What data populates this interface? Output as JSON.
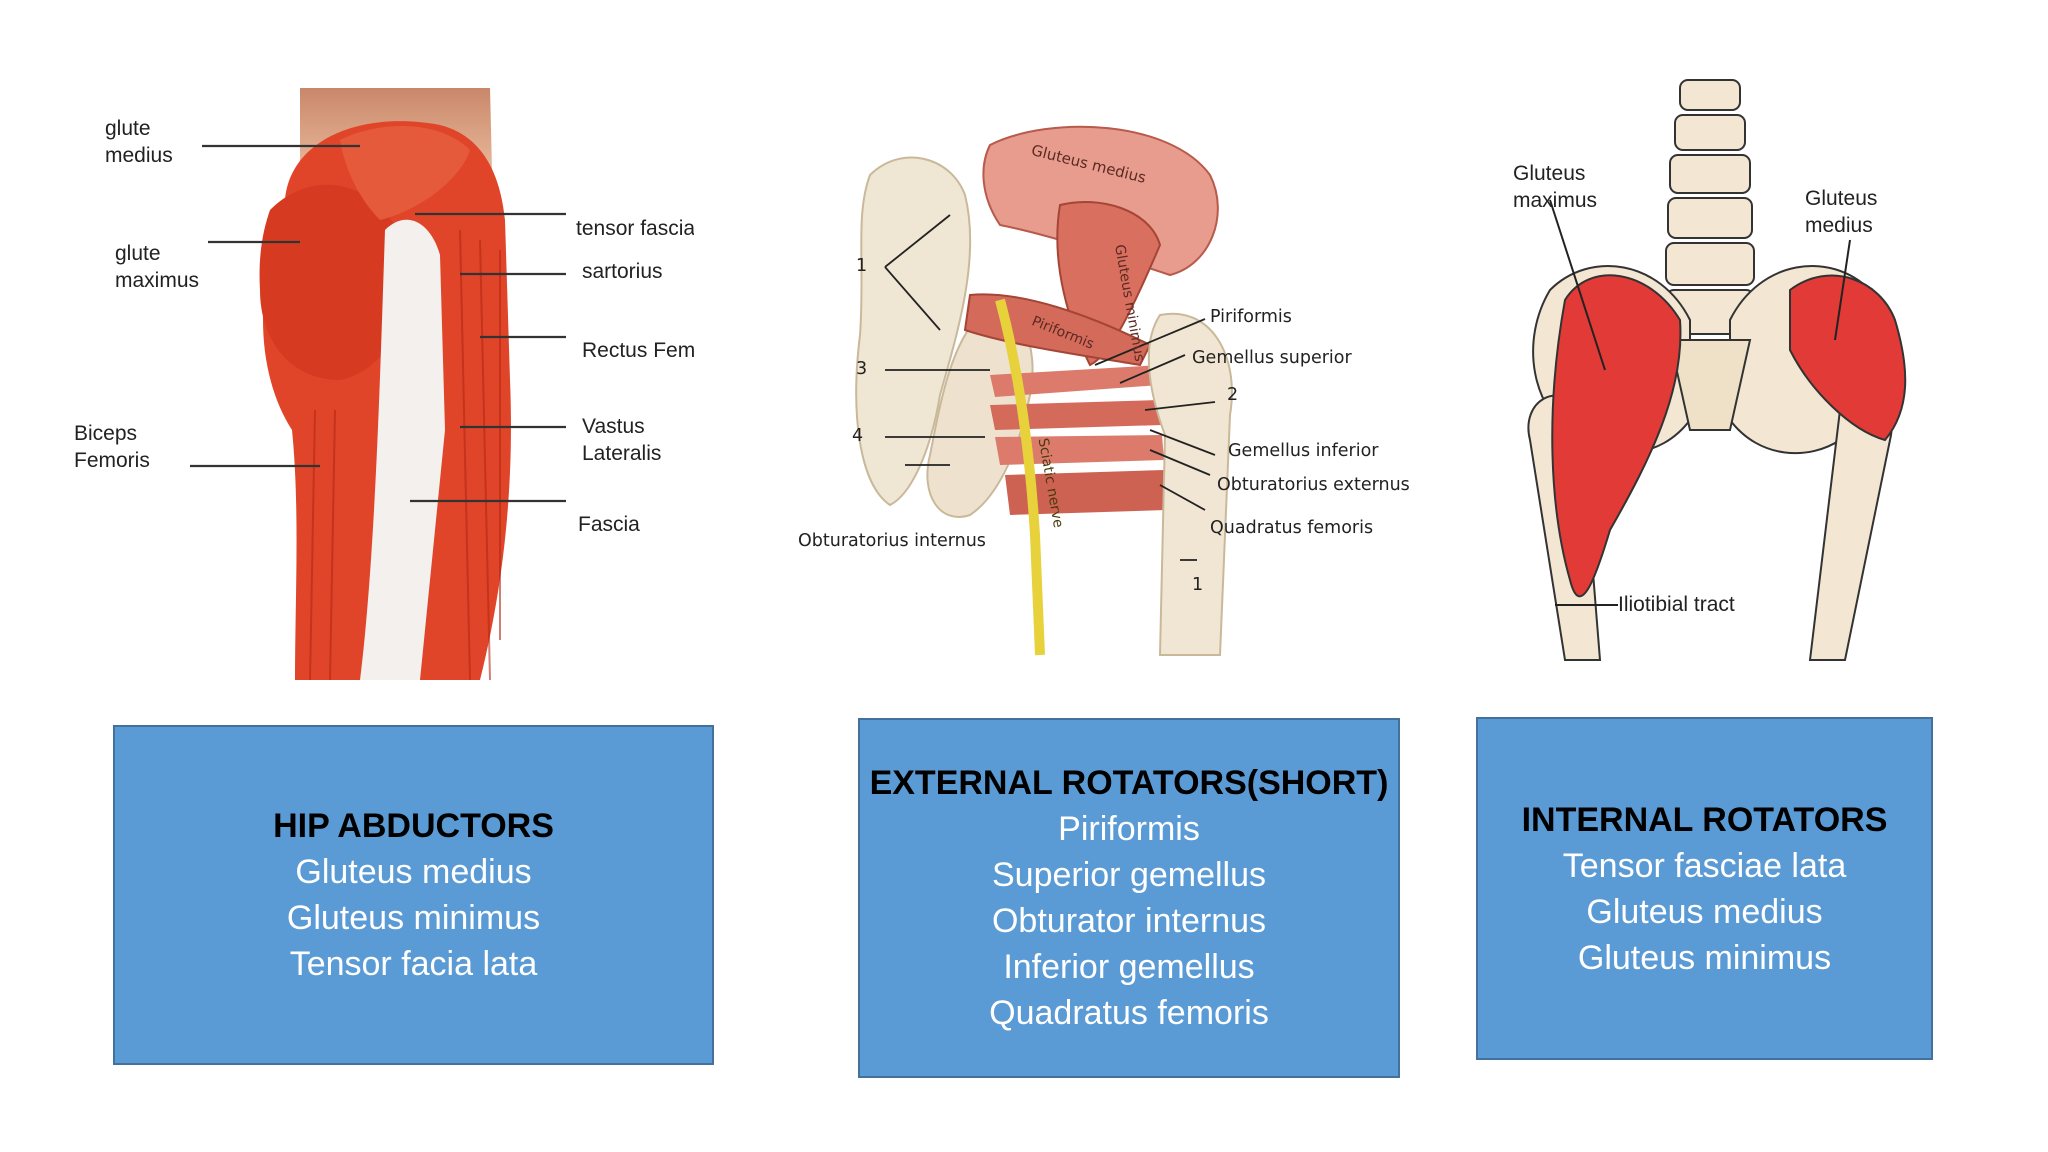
{
  "figure1": {
    "labels": {
      "glute_medius": [
        "glute",
        "medius"
      ],
      "glute_maximus": [
        "glute",
        "maximus"
      ],
      "biceps_femoris": [
        "Biceps",
        "Femoris"
      ],
      "tensor": "tensor fascia",
      "sartorius": "sartorius",
      "rectus": "Rectus Fem",
      "vastus": [
        "Vastus",
        "Lateralis"
      ],
      "fascia": "Fascia"
    }
  },
  "figure2": {
    "labels": {
      "gluteus_medius": "Gluteus medius",
      "gluteus_minimus": "Gluteus minimus",
      "piriformis_muscle": "Piriformis",
      "sciatic": "Sciatic nerve",
      "piriformis": "Piriformis",
      "gemellus_superior": "Gemellus superior",
      "gemellus_inferior": "Gemellus inferior",
      "obturatorius_externus": "Obturatorius externus",
      "quadratus_femoris": "Quadratus femoris",
      "obturatorius_internus": "Obturatorius internus",
      "n1": "1",
      "n2": "2",
      "n3": "3",
      "n4": "4",
      "n1b": "1"
    }
  },
  "figure3": {
    "labels": {
      "gluteus_maximus": [
        "Gluteus",
        "maximus"
      ],
      "gluteus_medius": [
        "Gluteus",
        "medius"
      ],
      "iliotibial": "Iliotibial tract"
    }
  },
  "boxes": {
    "hip_abductors": {
      "title": "HIP ABDUCTORS",
      "items": [
        "Gluteus medius",
        "Gluteus minimus",
        "Tensor facia lata"
      ]
    },
    "external_rotators": {
      "title": "EXTERNAL ROTATORS(SHORT)",
      "items": [
        "Piriformis",
        "Superior gemellus",
        "Obturator internus",
        "Inferior gemellus",
        "Quadratus femoris"
      ]
    },
    "internal_rotators": {
      "title": "INTERNAL ROTATORS",
      "items": [
        "Tensor fasciae lata",
        "Gluteus medius",
        "Gluteus minimus"
      ]
    }
  },
  "colors": {
    "box_fill": "#5b9bd5",
    "box_border": "#41719c",
    "muscle_red": "#e0452a",
    "bone": "#f1dfc8"
  }
}
